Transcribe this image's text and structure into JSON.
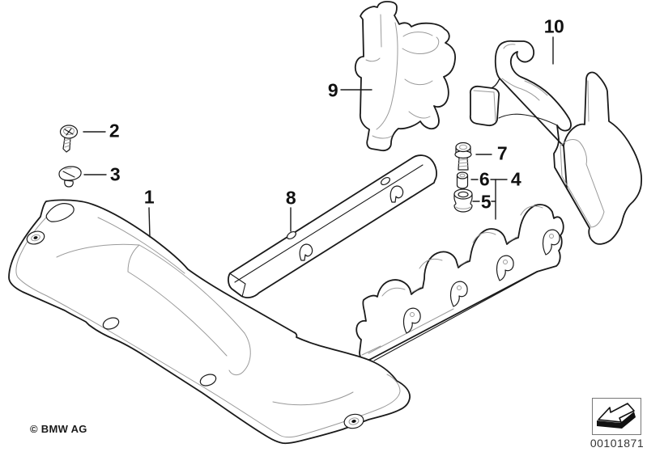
{
  "drawing": {
    "background_color": "#ffffff",
    "line_color": "#1a1a1a",
    "detail_line_color": "#9a9a9a"
  },
  "callouts": [
    {
      "id": "c1",
      "label": "1"
    },
    {
      "id": "c2",
      "label": "2"
    },
    {
      "id": "c3",
      "label": "3"
    },
    {
      "id": "c4",
      "label": "4"
    },
    {
      "id": "c5",
      "label": "5"
    },
    {
      "id": "c6",
      "label": "6"
    },
    {
      "id": "c7",
      "label": "7"
    },
    {
      "id": "c8",
      "label": "8"
    },
    {
      "id": "c9",
      "label": "9"
    },
    {
      "id": "c10",
      "label": "10"
    }
  ],
  "footer": {
    "copyright": "© BMW AG"
  },
  "stamp": {
    "image_number": "00101871",
    "icon": "direction-arrow"
  }
}
